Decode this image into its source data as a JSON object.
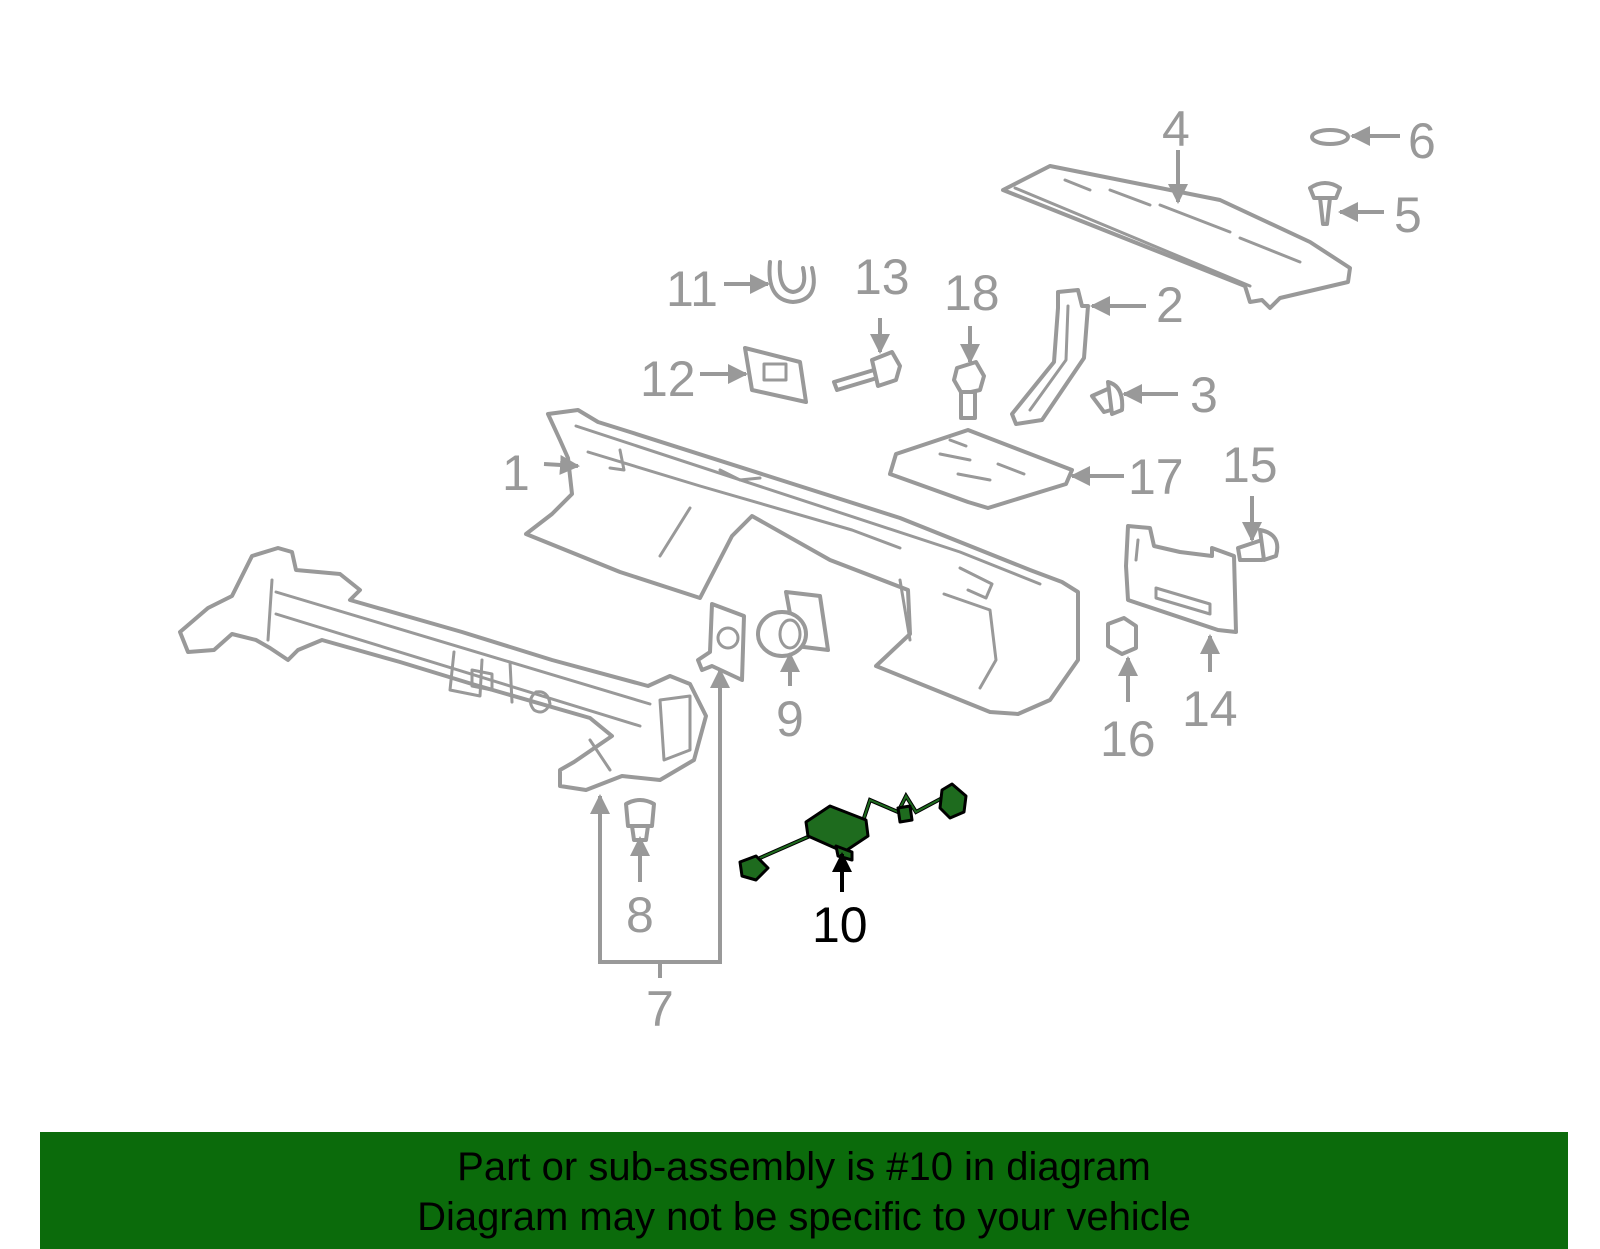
{
  "highlight_color": "#1e6b1e",
  "banner_color": "#0b6b0b",
  "line_color": "#999999",
  "callouts": {
    "c1": "1",
    "c2": "2",
    "c3": "3",
    "c4": "4",
    "c5": "5",
    "c6": "6",
    "c7": "7",
    "c8": "8",
    "c9": "9",
    "c10": "10",
    "c11": "11",
    "c12": "12",
    "c13": "13",
    "c14": "14",
    "c15": "15",
    "c16": "16",
    "c17": "17",
    "c18": "18"
  },
  "highlighted_part": "10",
  "banner": {
    "line1": "Part or sub-assembly is #10 in diagram",
    "line2": "Diagram may not be specific to your vehicle"
  }
}
